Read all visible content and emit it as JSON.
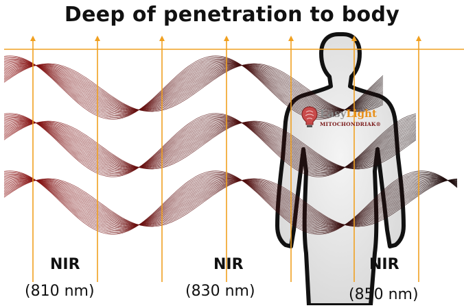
{
  "title": "Deep of penetration to body",
  "labels": [
    {
      "name": "NIR",
      "wavelength": "(810 nm)"
    },
    {
      "name": "NIR",
      "wavelength": "(830 nm)"
    },
    {
      "name": "NIR",
      "wavelength": "(850 nm)"
    }
  ],
  "logo": {
    "word1": "Easy",
    "word2": "Light",
    "tagline": "MITOCHONDRIAK®"
  },
  "colors": {
    "arrow": "#F0A020",
    "wave_dark": "#1a0a0a",
    "wave_red": "#8b1010",
    "body_fill": "#e6e6e6",
    "body_outline": "#111111",
    "logo_gray": "#8a8a8a",
    "logo_orange": "#E8901A"
  },
  "icons": [
    "arrow-up-icon",
    "brain-lightbulb-icon",
    "human-silhouette-icon"
  ]
}
